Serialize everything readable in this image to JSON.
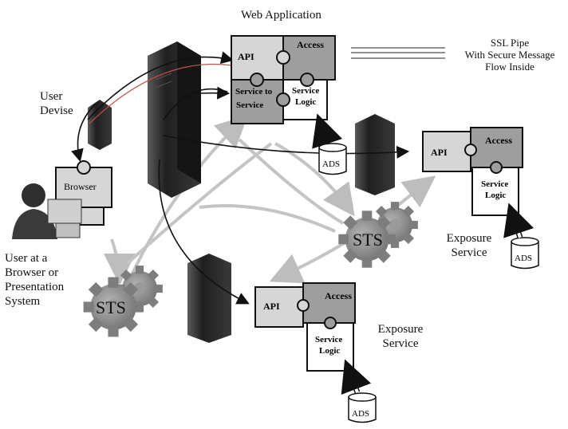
{
  "title": "Web Application",
  "legend": {
    "line1": "SSL Pipe",
    "line2": "With Secure Message",
    "line3": "Flow Inside"
  },
  "user_device": {
    "line1": "User",
    "line2": "Devise"
  },
  "user": {
    "line1": "User at a",
    "line2": "Browser or",
    "line3": "Presentation",
    "line4": "System"
  },
  "browser_label": "Browser",
  "web_app": {
    "api": "API",
    "access": "Access",
    "service_to_service_1": "Service to",
    "service_to_service_2": "Service",
    "service_logic_1": "Service",
    "service_logic_2": "Logic",
    "ads": "ADS"
  },
  "exposure_right": {
    "api": "API",
    "access": "Access",
    "service_logic_1": "Service",
    "service_logic_2": "Logic",
    "ads": "ADS",
    "label_1": "Exposure",
    "label_2": "Service"
  },
  "exposure_bottom": {
    "api": "API",
    "access": "Access",
    "service_logic_1": "Service",
    "service_logic_2": "Logic",
    "ads": "ADS",
    "label_1": "Exposure",
    "label_2": "Service"
  },
  "sts_center": "STS",
  "sts_left": "STS",
  "colors": {
    "puzzle_light": "#d6d6d6",
    "puzzle_dark": "#9e9e9e",
    "server": "#2b2b2b",
    "gear": "#8a8a8a",
    "grey_arrow": "#bdbdbd"
  }
}
